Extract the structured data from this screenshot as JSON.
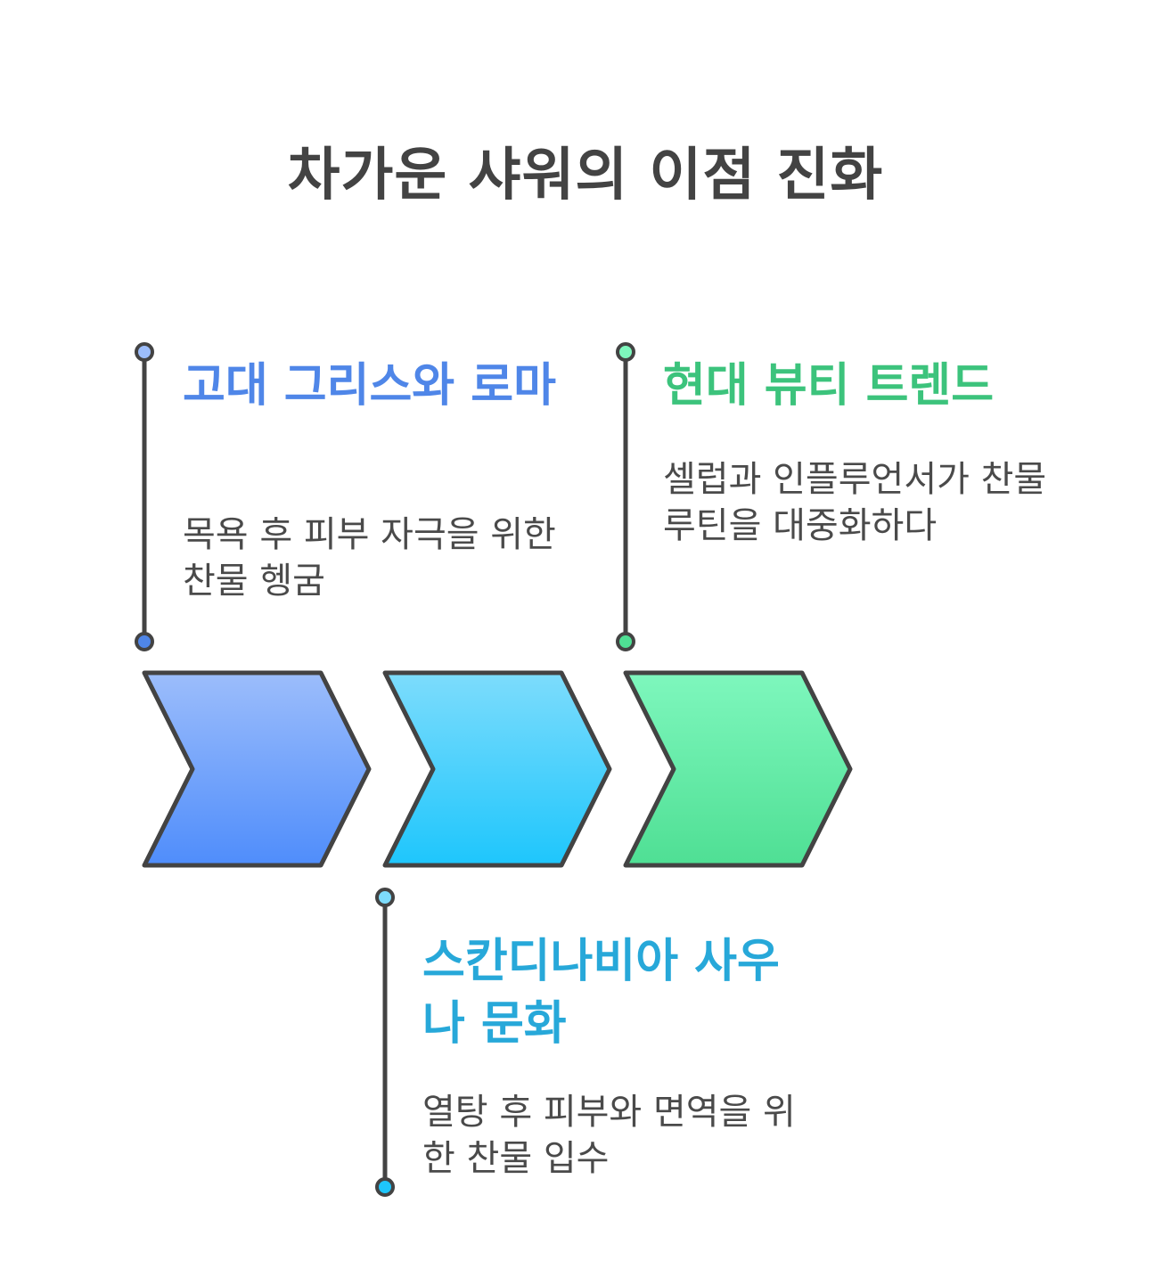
{
  "title": "차가운 샤워의 이점 진화",
  "stages": [
    {
      "title": "고대 그리스와 로마",
      "description": "목욕 후 피부 자극을 위한 찬물 헹굼",
      "color": "#4f86e8",
      "gradient": [
        "#9cbdfb",
        "#4f8dfb"
      ],
      "dot_color": "#4f86e8",
      "dot_light": "#9cbdfb"
    },
    {
      "title": "스칸디나비아 사우나 문화",
      "description": "열탕 후 피부와 면역을 위한 찬물 입수",
      "color": "#27a8d9",
      "gradient": [
        "#7ddcfc",
        "#1ec6fc"
      ],
      "dot_color": "#1ec6fc",
      "dot_light": "#7ddcfc"
    },
    {
      "title": "현대 뷰티 트렌드",
      "description": "셀럽과 인플루언서가 찬물 루틴을 대중화하다",
      "color": "#3cc37c",
      "gradient": [
        "#7ef7bd",
        "#4fdf94"
      ],
      "dot_color": "#4fdf94",
      "dot_light": "#7ef7bd"
    }
  ],
  "stroke_color": "#434343"
}
